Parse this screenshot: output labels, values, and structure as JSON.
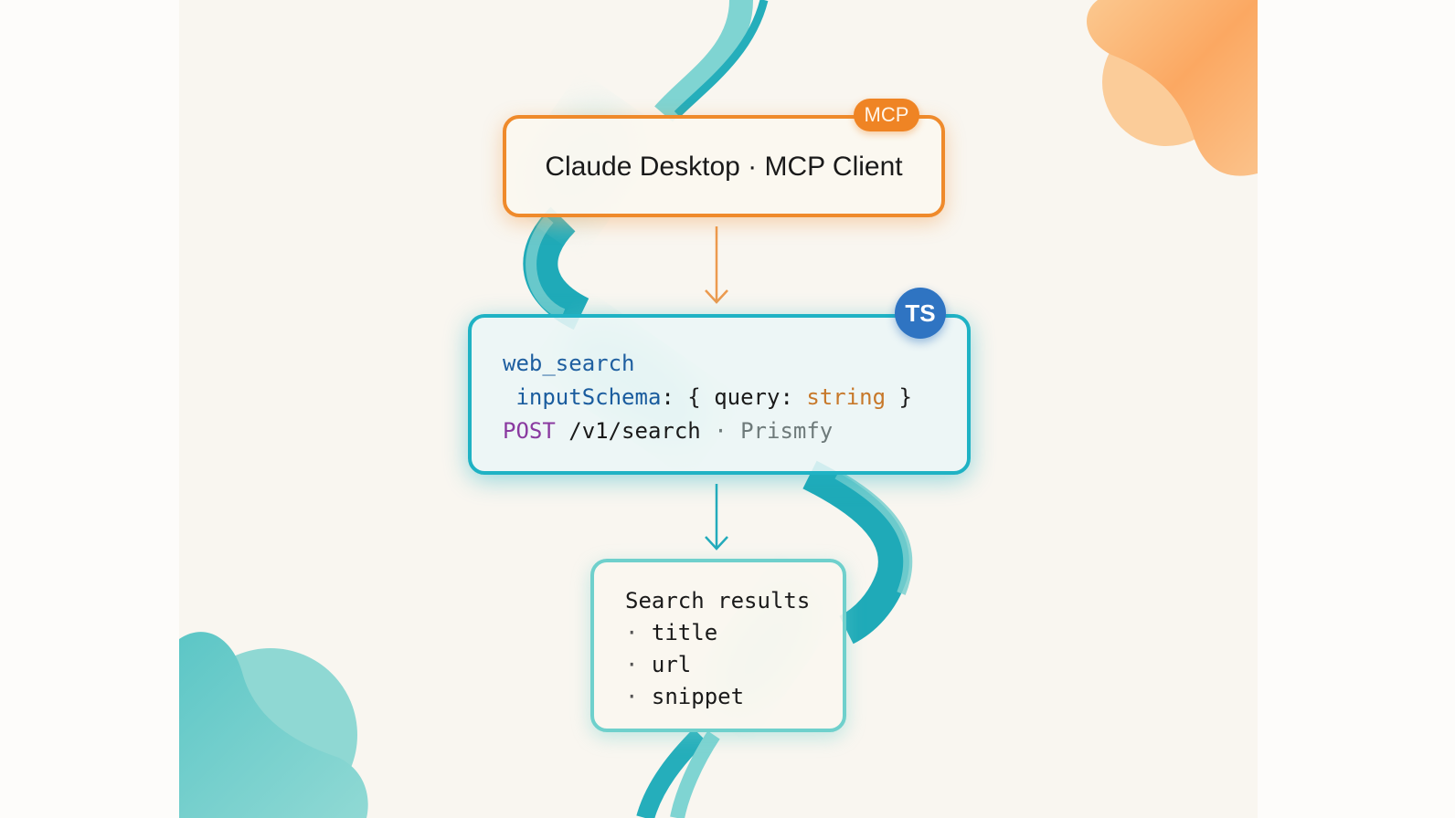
{
  "diagram": {
    "client": {
      "title": "Claude Desktop · MCP Client",
      "badge": "MCP"
    },
    "server": {
      "badge": "TS",
      "tool_name": "web_search",
      "schema_key": "inputSchema",
      "schema_open": ": { ",
      "param_name": "query",
      "param_sep": ": ",
      "param_type": "string",
      "schema_close": " }",
      "http_verb": "POST",
      "endpoint": " /v1/search",
      "separator": " · ",
      "provider": "Prismfy"
    },
    "results": {
      "title": "Search results",
      "bullet": "·",
      "fields": [
        "title",
        "url",
        "snippet"
      ]
    },
    "colors": {
      "client_accent": "#ef8a2b",
      "server_accent": "#1fb2c4",
      "results_accent": "#6fd0cc",
      "ts_badge": "#2f74c2",
      "background": "#f9f6f0"
    }
  }
}
